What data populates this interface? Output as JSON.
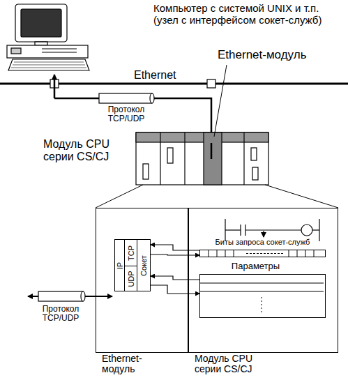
{
  "diagram": {
    "nodes": [
      {
        "text": [
          "Ethernet-модуль"
        ]
      },
      {
        "text": [
          "IP",
          "UDP",
          "TCP",
          "Сокет"
        ],
        "in": 0
      },
      {
        "text": [
          "Модуль CPU серии CS/CJ"
        ]
      },
      {
        "text": [
          "Биты запроса сокет-служб"
        ],
        "in": 2
      },
      {
        "text": [
          "Параметры"
        ],
        "in": 2
      }
    ],
    "edges": [
      {
        "from": 3,
        "to": 1,
        "arrow": "to"
      },
      {
        "from": 1,
        "to": 3,
        "arrow": "to"
      },
      {
        "from": 4,
        "to": 1,
        "arrow": "to"
      },
      {
        "from": 1,
        "to": 4,
        "arrow": "to"
      }
    ],
    "labels": [
      "Компьютер с системой UNIX и т.п. (узел с интерфейсом сокет-служб)",
      "Ethernet",
      "Протокол TCP/UDP",
      "Ethernet-модуль",
      "Модуль CPU серии CS/CJ",
      "Протокол TCP/UDP"
    ]
  }
}
